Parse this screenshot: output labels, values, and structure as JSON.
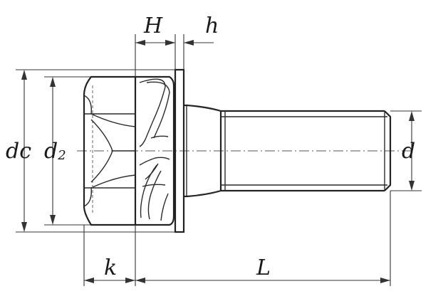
{
  "labels": {
    "H": "H",
    "h": "h",
    "dc": "dc",
    "d2_main": "d",
    "d2_sub": "2",
    "d": "d",
    "k": "k",
    "L": "L"
  }
}
